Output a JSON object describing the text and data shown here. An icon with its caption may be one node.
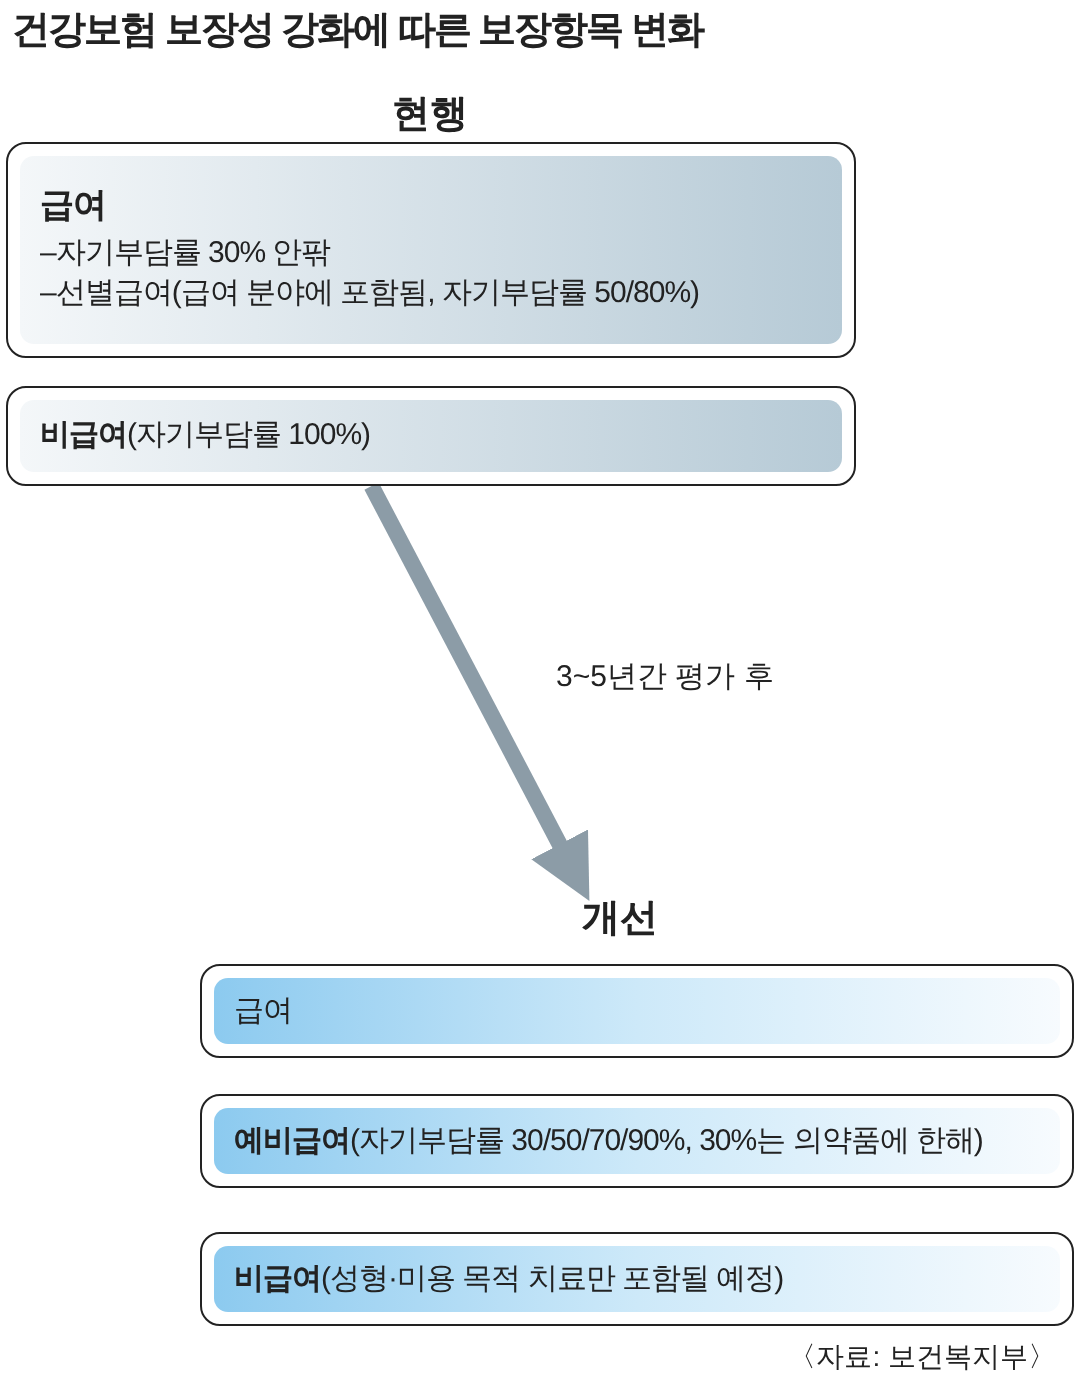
{
  "diagram": {
    "title": "건강보험 보장성 강화에 따른 보장항목 변화",
    "nodes": [
      {
        "text": [
          "급여",
          "–자기부담률 30% 안팎",
          "–선별급여(급여 분야에 포함됨, 자기부담률 50/80%)"
        ]
      },
      {
        "text": [
          "**비급여**(자기부담률 100%)"
        ]
      },
      {
        "text": [
          "개선"
        ]
      },
      {
        "text": [
          "급여"
        ]
      },
      {
        "text": [
          "**예비급여**(자기부담률 30/50/70/90%, 30%는 의약품에 한해)"
        ]
      },
      {
        "text": [
          "**비급여**(성형·미용 목적 치료만 포함될 예정)"
        ]
      }
    ],
    "edges": [
      {
        "from": 1,
        "to": 2,
        "arrow": "to",
        "label": "3~5년간 평가 후"
      }
    ],
    "labels": [
      "현행"
    ],
    "caption": "〈자료: 보건복지부〉"
  }
}
